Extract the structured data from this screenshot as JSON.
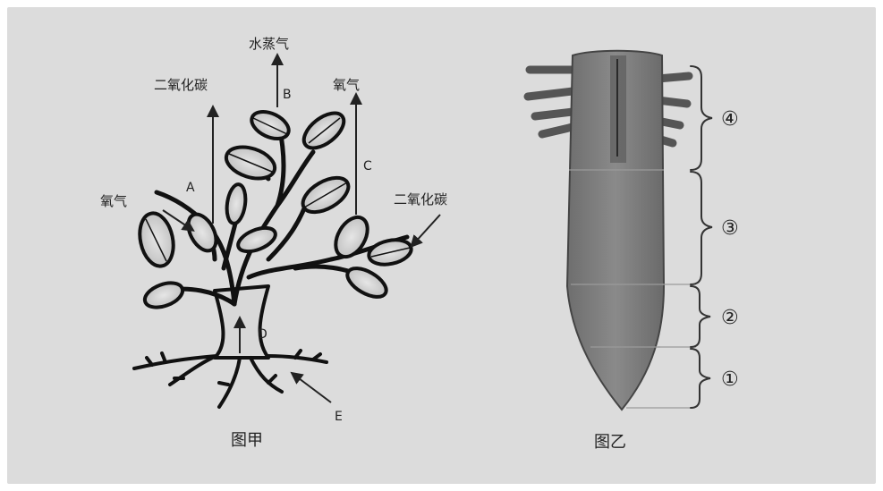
{
  "figure_jia": {
    "caption": "图甲",
    "labels": {
      "water_vapor": "水蒸气",
      "co2_left": "二氧化碳",
      "oxygen_right": "氧气",
      "oxygen_left": "氧气",
      "co2_right": "二氧化碳"
    },
    "arrow_letters": {
      "A": "A",
      "B": "B",
      "C": "C",
      "D": "D",
      "E": "E"
    }
  },
  "figure_yi": {
    "caption": "图乙",
    "regions": [
      "①",
      "②",
      "③",
      "④"
    ]
  }
}
